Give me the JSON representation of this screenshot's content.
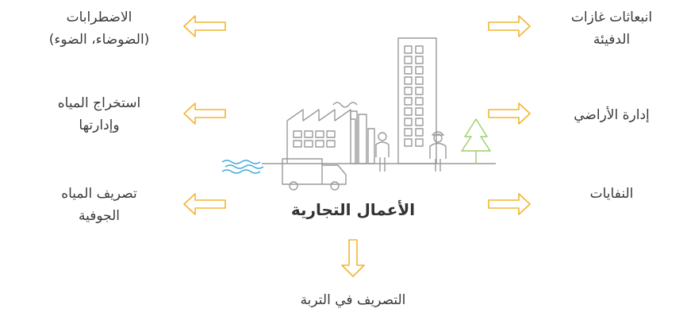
{
  "center": {
    "title": "الأعمال التجارية",
    "bottom_label": "التصريف في التربة"
  },
  "left_items": [
    {
      "line1": "الاضطرابات",
      "line2": "(الضوضاء، الضوء)"
    },
    {
      "line1": "استخراج المياه",
      "line2": "وإدارتها"
    },
    {
      "line1": "تصريف المياه",
      "line2": "الجوفية"
    }
  ],
  "right_items": [
    {
      "line1": "انبعاثات غازات",
      "line2": "الدفيئة"
    },
    {
      "line1": "إدارة الأراضي",
      "line2": ""
    },
    {
      "line1": "النفايات",
      "line2": ""
    }
  ],
  "colors": {
    "arrow": "#f2b531",
    "line_art": "#9a9a9a",
    "water": "#3fa9d9",
    "tree": "#9bcf6a"
  }
}
